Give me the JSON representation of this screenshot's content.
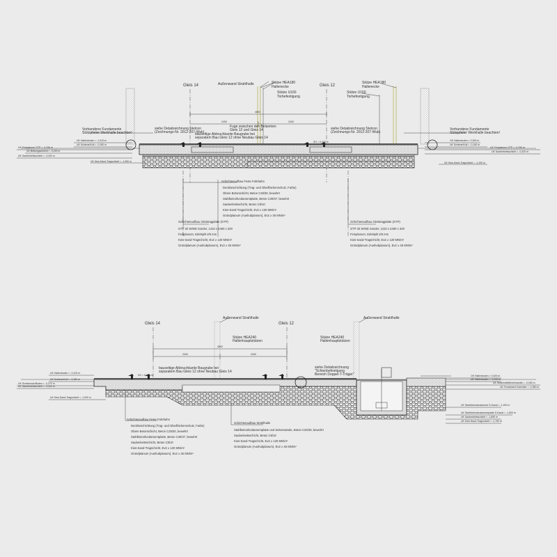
{
  "section_top": {
    "track_left": "Gleis 14",
    "track_right": "Gleis 12",
    "wall_label": "Außenwand Strahlhalle",
    "column_left": {
      "title": "Stütze HEA180",
      "sub": "Hallenecke"
    },
    "column_right": {
      "title": "Stütze HEA180",
      "sub": "Hallenecke"
    },
    "column_left_2": {
      "title": "Stütze U160",
      "sub": "Torbefestigung"
    },
    "column_right_2": {
      "title": "Stütze U160",
      "sub": "Torbefestigung"
    },
    "fuge": [
      "Fuge zwischen den Belsemen",
      "Gleis 12 und Gleis 14"
    ],
    "detail_left": [
      "siehe Detailzeichnung Stelcon",
      "(Zeichnungs-Nr. 2012-207-Wuk)"
    ],
    "detail_right": [
      "siehe Detailzeichnung Stelcon",
      "(Zeichnungs-Nr. 2012-207-Wuk)"
    ],
    "abweichend": [
      "bauseitige Abbruchkante Baugrube bei",
      "separatem Bau Gleis 12 ohne Neubau Gleis 14"
    ],
    "foundation_left": [
      "Vorhandene Fundamente",
      "Stützpfeiler Werkhalle beachten!"
    ],
    "foundation_right": [
      "Vorhandene Fundamente",
      "Stützpfeiler Werkhalle beachten!"
    ],
    "levels_left": [
      "UK Feinplanum GTP = -0,296 m",
      "UK Bettungsschicht = -0,220 m",
      "UK Sauberkeitsschicht = -0,420 m",
      "UK Kies-Sand-Tragschicht = -1,050 m",
      "UK Hallenboden = -0,100 m",
      "UK Schiene/Koll = -0,150 m"
    ],
    "levels_right": [
      "OK Hallenboden = 0,000 m",
      "UK Feinplanum GTP = -0,296 m",
      "UK Schiene/Koll = -0,150 m",
      "UK Sauberkeitsschicht = -0,420 m",
      "UK Kies-Sand-Tragschicht = -1,100 m"
    ],
    "spot_level": "SO = 0,000 m",
    "dims": [
      "4800",
      "2400",
      "2400"
    ],
    "layers_center": {
      "title": "Schichtenaufbau Feste Fahrbahn",
      "items": [
        "Deckbeschichtung (Trag- und Oberflächenschutz, Farbe)",
        "Obere Betonschicht, Beton C25/30, bewehrt",
        "Stahlbetonfundamentplatte, Beton C30/37, bewehrt",
        "Sauberkeitsschicht, Beton C8/10",
        "Kies-Sand-Tragschicht, Ev2 ≥ 120 MN/m²",
        "Gründplanum (Aushubplanum), Ev2 ≥ 45 MN/m²"
      ]
    },
    "layers_left": {
      "title": "Schichtenaufbau Gleistragplatte (GTP)",
      "items": [
        "GTP 32 WIND Sonder, 1410 x 2400 x 320",
        "Feinplanum, Edelsplit 2/5 mm",
        "Kies-Sand-Tragschicht, Ev2 ≥ 120 MN/m²",
        "Gründplanum (Aushubplanum), Ev2 ≥ 45 MN/m²"
      ]
    },
    "layers_right": {
      "title": "Schichtenaufbau Gleistragplatte (GTP)",
      "items": [
        "GTP 32 WIND Sonder, 1410 x 2400 x 320",
        "Feinplanum, Edelsplit 2/5 mm",
        "Kies-Sand-Tragschicht, Ev2 ≥ 120 MN/m²",
        "Gründplanum (Aushubplanum), Ev2 ≥ 45 MN/m²"
      ]
    }
  },
  "section_bottom": {
    "track_left": "Gleis 14",
    "track_right": "Gleis 12",
    "wall_left": "Außenwand Strahlhalle",
    "wall_right": "Außenwand Strahlhalle",
    "column_left": {
      "title": "Stütze HEA240",
      "sub": "Hallenhauptstützen"
    },
    "column_right": {
      "title": "Stütze HEA240",
      "sub": "Hallenhauptstützen"
    },
    "abweichend": [
      "bauseitige Abbruchkante Baugrube bei",
      "separatem Bau Gleis 12 ohne Neubau Gleis 14"
    ],
    "detail": [
      "siehe Detailzeichnung",
      "\"Schienbefestigung",
      "Bereich Doppel-T-Träger\""
    ],
    "spot_level": "SO = 0,000 m",
    "levels_left": [
      "UK Hallenboden = -0,100 m",
      "UK Schiene/Koll = -0,150 m",
      "UK Sichtschutz/Boden = -0,270 m",
      "UK Sauberkeitsschicht = -0,420 m",
      "UK Kies-Sand-Tragschicht = -1,000 m"
    ],
    "levels_right": [
      "OK Hallenboden = 0,000 m",
      "UK Hallenboden = -0,100 m",
      "UK Strahlmittelförderkanäle = -0,050 m",
      "UK Fundament Sammler = -0,350 m",
      "UK Stahlbetonfundament S-Kanal = -1,200 m",
      "UK Stahlbetonfundamentplatte S-Kanal = -1,500 m",
      "UK Sauberkeitsschicht = -1,650 m",
      "UK Kies-Sand-Tragschicht = -1,750 m"
    ],
    "dims": [
      "4800",
      "2400",
      "2400"
    ],
    "layers_left": {
      "title": "Schichtenaufbau Feste Fahrbahn",
      "items": [
        "Deckbeschichtung (Trag- und Oberflächenschutz, Farbe)",
        "Obere Betonschicht, Beton C25/30, bewehrt",
        "Stahlbetonfundamentplatte, Beton C30/37, bewehrt",
        "Sauberkeitsschicht, Beton C8/10",
        "Kies-Sand-Tragschicht, Ev2 ≥ 120 MN/m²",
        "Gründplanum (Aushubplanum), Ev2 ≥ 45 MN/m²"
      ]
    },
    "layers_right": {
      "title": "Schichtenaufbau Strahlhalle",
      "items": [
        "Stahlbetonfundamentplatte und Seitenwände, Beton C25/30, bewehrt",
        "Sauberkeitsschicht, Beton C8/10",
        "Kies-Sand-Tragschicht, Ev2 ≥ 120 MN/m²",
        "Gründplanum (Aushubplanum), Ev2 ≥ 45 MN/m²"
      ]
    }
  }
}
